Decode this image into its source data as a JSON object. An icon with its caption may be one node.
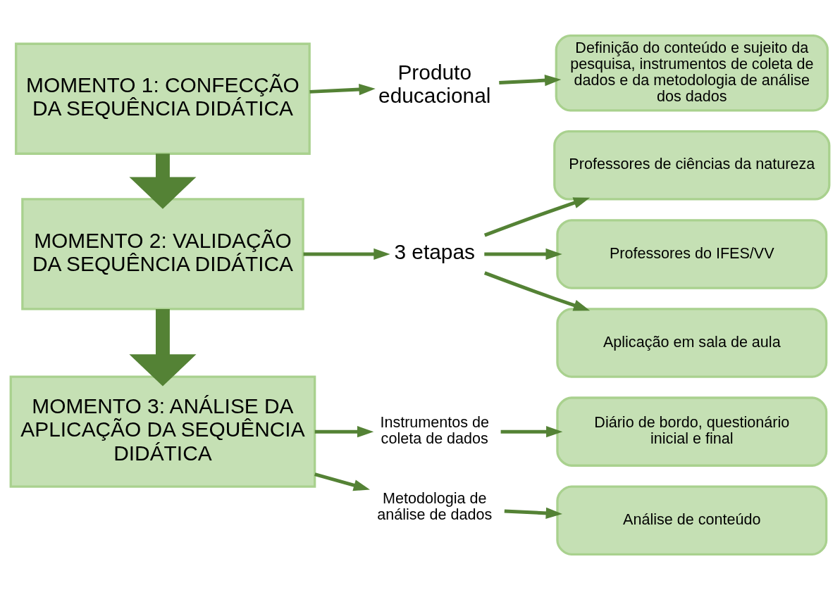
{
  "diagram": {
    "nodes": [
      {
        "text": [
          "MOMENTO 1: CONFECÇÃO DA SEQUÊNCIA DIDÁTICA"
        ]
      },
      {
        "text": [
          "Produto educacional"
        ]
      },
      {
        "text": [
          "Definição do conteúdo e sujeito da pesquisa, instrumentos de coleta de dados e da metodologia de análise dos dados"
        ]
      },
      {
        "text": [
          "MOMENTO 2: VALIDAÇÃO DA SEQUÊNCIA DIDÁTICA"
        ]
      },
      {
        "text": [
          "3 etapas"
        ]
      },
      {
        "text": [
          "Professores de ciências da natureza"
        ]
      },
      {
        "text": [
          "Professores do IFES/VV"
        ]
      },
      {
        "text": [
          "Aplicação em sala de aula"
        ]
      },
      {
        "text": [
          "MOMENTO 3: ANÁLISE DA APLICAÇÃO DA SEQUÊNCIA DIDÁTICA"
        ]
      },
      {
        "text": [
          "Instrumentos de coleta de dados"
        ]
      },
      {
        "text": [
          "Metodologia de análise de dados"
        ]
      },
      {
        "text": [
          "Diário de bordo, questionário inicial e final"
        ]
      },
      {
        "text": [
          "Análise de conteúdo"
        ]
      }
    ],
    "edges": [
      {
        "from": 0,
        "to": 1,
        "arrow": "to"
      },
      {
        "from": 1,
        "to": 2,
        "arrow": "to"
      },
      {
        "from": 0,
        "to": 3,
        "arrow": "to",
        "style": "thick"
      },
      {
        "from": 3,
        "to": 4,
        "arrow": "to"
      },
      {
        "from": 4,
        "to": 5,
        "arrow": "to"
      },
      {
        "from": 4,
        "to": 6,
        "arrow": "to"
      },
      {
        "from": 4,
        "to": 7,
        "arrow": "to"
      },
      {
        "from": 3,
        "to": 8,
        "arrow": "to",
        "style": "thick"
      },
      {
        "from": 8,
        "to": 9,
        "arrow": "to"
      },
      {
        "from": 8,
        "to": 10,
        "arrow": "to"
      },
      {
        "from": 9,
        "to": 11,
        "arrow": "to"
      },
      {
        "from": 10,
        "to": 12,
        "arrow": "to"
      }
    ]
  }
}
